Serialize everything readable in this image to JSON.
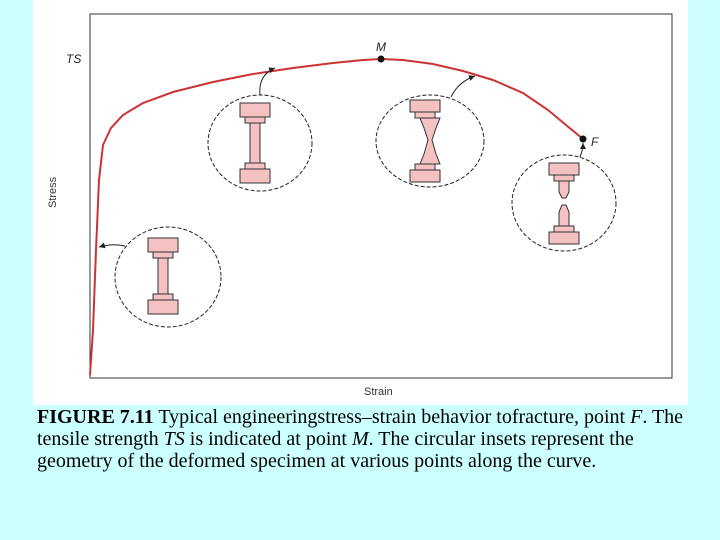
{
  "diagram": {
    "ts_label": "TS",
    "m_label": "M",
    "f_label": "F",
    "y_axis_label": "Stress",
    "x_axis_label": "Strain",
    "colors": {
      "curve": "#cc3333",
      "specimen": "#f4c2c2",
      "panel": "#ffffff",
      "background": "#ccffff"
    }
  },
  "caption": {
    "figure_number": "FIGURE 7.11",
    "text_part1": " Typical engineeringstress–strain behavior tofracture, point ",
    "f": "F",
    "text_part2": ". The tensile strength ",
    "ts": "TS",
    "text_part3": " is indicated at point ",
    "m": "M",
    "text_part4": ". The circular insets represent the geometry of the deformed specimen at various points along the curve."
  }
}
